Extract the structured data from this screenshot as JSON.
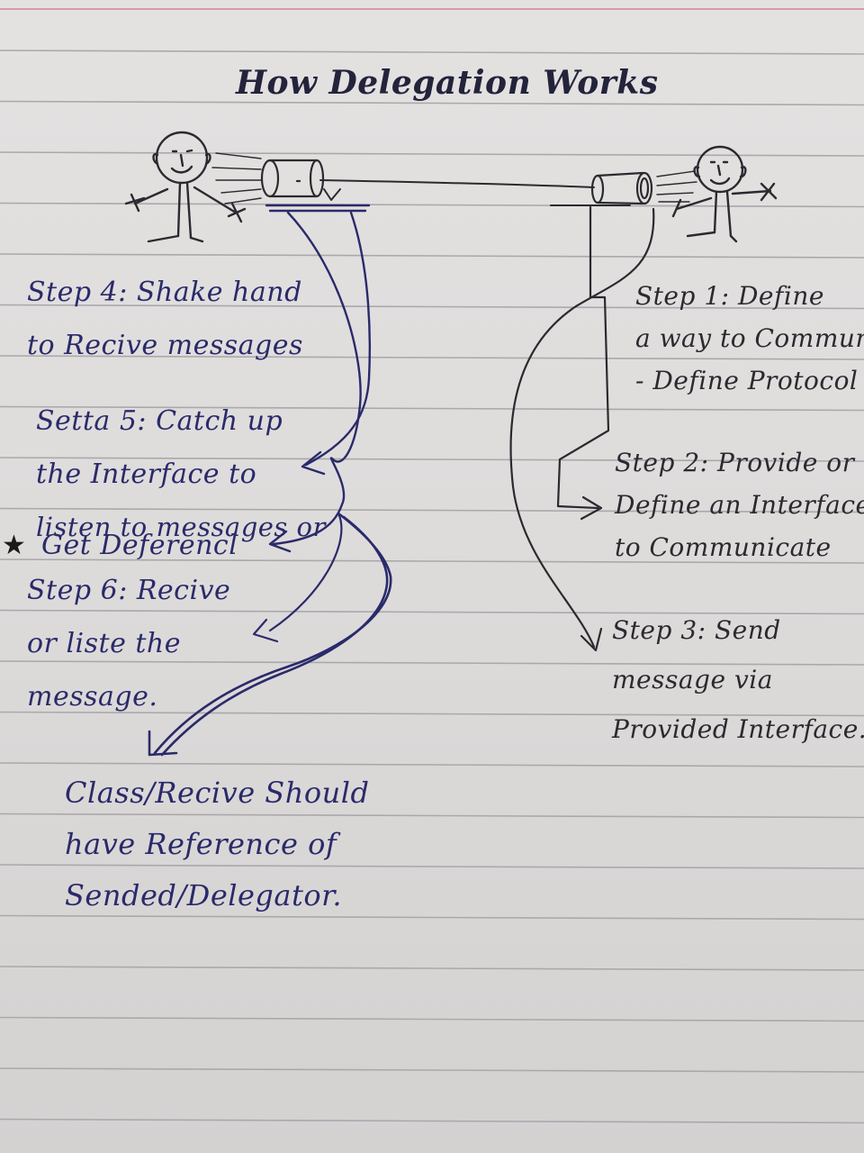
{
  "title": "How Delegation Works",
  "left_steps": {
    "step4": [
      "Step 4: Shake hand",
      "to Recive messages"
    ],
    "step5": [
      "Setta 5: Catch up",
      "the Interface to",
      "listen to messages or",
      "Get Deferencl"
    ],
    "step6": [
      "Step 6: Recive",
      "or liste the",
      "message."
    ]
  },
  "right_steps": {
    "step1": [
      "Step 1: Define",
      "a way to Communicat",
      "- Define Protocol"
    ],
    "step2": [
      "Step 2: Provide or",
      "Define an Interface",
      "to Communicate"
    ],
    "step3": [
      "Step 3: Send",
      "message via",
      "Provided Interface."
    ]
  },
  "bottom_note": [
    "Class/Recive Should",
    "have Reference of",
    "Sended/Delegator."
  ],
  "star_glyph": "★",
  "colors": {
    "black_ink": "#2a2a30",
    "blue_ink": "#2a2a6a",
    "paper": "#dedcdb",
    "rule_line": "#aaa8ab",
    "margin_line": "#d99aa6"
  },
  "icons": [
    "stick-figure-left",
    "stick-figure-right",
    "tin-can-telephone-left",
    "tin-can-telephone-right"
  ]
}
